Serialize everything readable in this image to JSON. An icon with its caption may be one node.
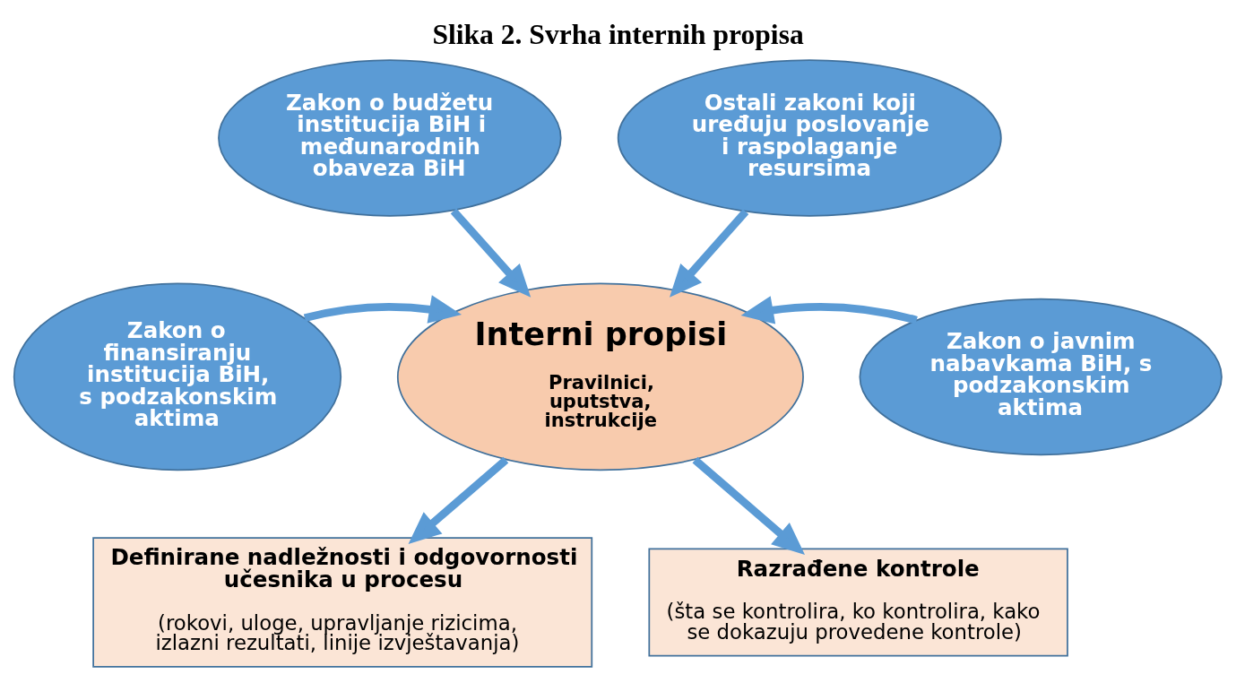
{
  "diagram": {
    "title": "Slika 2. Svrha internih propisa",
    "nodes": [
      {
        "text": [
          "Zakon o budžetu institucija BiH i međunarodnih obaveza BiH"
        ]
      },
      {
        "text": [
          "Ostali zakoni koji uređuju poslovanje i raspolaganje resursima"
        ]
      },
      {
        "text": [
          "Zakon o finansiranju institucija BiH, s podzakonskim aktima"
        ]
      },
      {
        "text": [
          "Interni propisi",
          "Pravilnici, uputstva, instrukcije"
        ]
      },
      {
        "text": [
          "Zakon o javnim nabavkama BiH, s podzakonskim aktima"
        ]
      },
      {
        "text": [
          "Definirane nadležnosti i odgovornosti učesnika u procesu",
          "(rokovi, uloge, upravljanje rizicima, izlazni rezultati, linije izvještavanja)"
        ]
      },
      {
        "text": [
          "Razrađene kontrole",
          "(šta se kontrolira, ko kontrolira, kako se dokazuju provedene kontrole)"
        ]
      }
    ],
    "edges": [
      {
        "from": 0,
        "to": 3,
        "arrow": "to"
      },
      {
        "from": 1,
        "to": 3,
        "arrow": "to"
      },
      {
        "from": 2,
        "to": 3,
        "arrow": "to"
      },
      {
        "from": 4,
        "to": 3,
        "arrow": "to"
      },
      {
        "from": 3,
        "to": 5,
        "arrow": "to"
      },
      {
        "from": 3,
        "to": 6,
        "arrow": "to"
      }
    ]
  }
}
